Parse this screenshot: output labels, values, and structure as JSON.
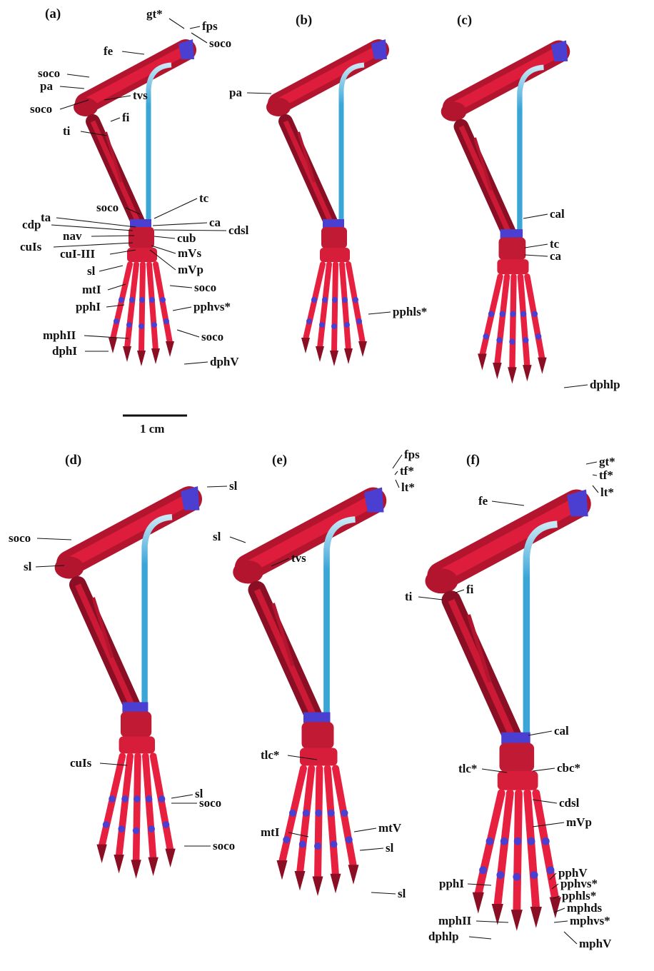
{
  "colors": {
    "bone_light": "#e8203f",
    "bone_dark": "#8a0f24",
    "suture": "#4a3fd0",
    "cartilage": "#3aa6d8",
    "background": "#ffffff"
  },
  "panels": [
    {
      "letter": "(a)",
      "labels": [
        "gt*",
        "fps",
        "soco",
        "fe",
        "soco",
        "pa",
        "soco",
        "tvs",
        "fi",
        "ti",
        "soco",
        "tc",
        "ta",
        "ca",
        "cdp",
        "cdsl",
        "nav",
        "cub",
        "cuIs",
        "mVs",
        "cuI-III",
        "mVp",
        "sl",
        "mtI",
        "soco",
        "pphI",
        "pphvs*",
        "mphII",
        "soco",
        "dphI",
        "dphV"
      ]
    },
    {
      "letter": "(b)",
      "labels": [
        "pa",
        "pphls*"
      ]
    },
    {
      "letter": "(c)",
      "labels": [
        "cal",
        "tc",
        "ca",
        "dphlp"
      ]
    },
    {
      "letter": "(d)",
      "labels": [
        "sl",
        "soco",
        "sl",
        "cuIs",
        "sl",
        "soco",
        "soco"
      ]
    },
    {
      "letter": "(e)",
      "labels": [
        "fps",
        "tf*",
        "lt*",
        "sl",
        "tvs",
        "tlc*",
        "mtI",
        "mtV",
        "sl",
        "sl"
      ]
    },
    {
      "letter": "(f)",
      "labels": [
        "gt*",
        "tf*",
        "lt*",
        "fe",
        "ti",
        "fi",
        "cal",
        "tlc*",
        "cbc*",
        "cdsl",
        "mVp",
        "pphV",
        "pphI",
        "pphvs*",
        "pphls*",
        "mphds",
        "mphII",
        "mphvs*",
        "dphlp",
        "mphV"
      ]
    }
  ],
  "scale_bar": {
    "label": "1 cm"
  }
}
